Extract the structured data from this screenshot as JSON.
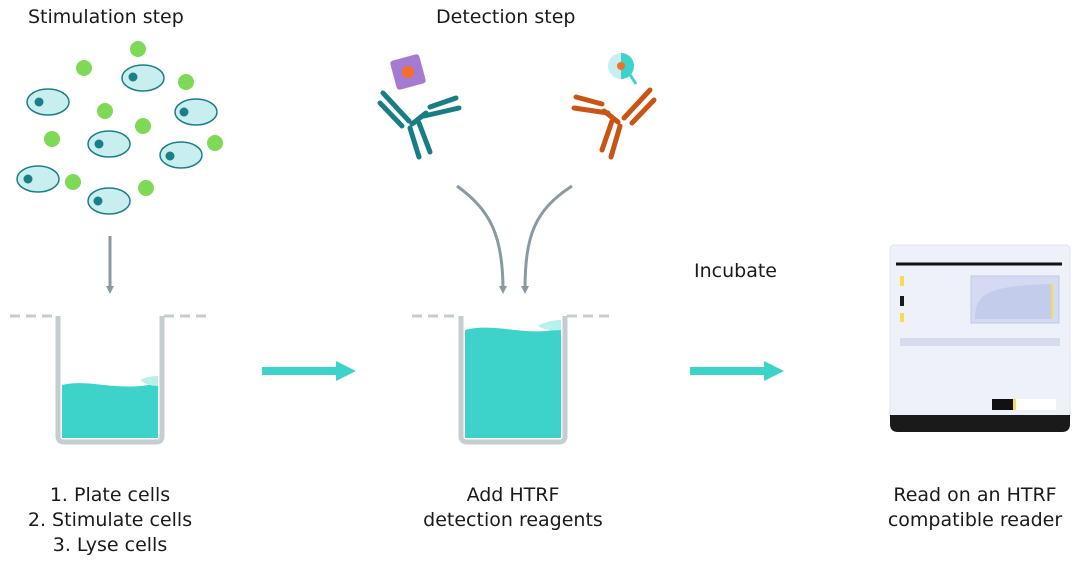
{
  "headings": {
    "stimulation": "Stimulation step",
    "detection": "Detection step"
  },
  "incubate_label": "Incubate",
  "captions": {
    "step1": [
      "1. Plate cells",
      "2. Stimulate cells",
      "3. Lyse cells"
    ],
    "step2": [
      "Add HTRF",
      "detection reagents"
    ],
    "step3": [
      "Read on an HTRF",
      "compatible reader"
    ]
  },
  "colors": {
    "cell_fill": "#c8eef0",
    "cell_stroke": "#1a7f86",
    "nucleus": "#1a7f86",
    "ligand": "#7ed957",
    "liquid": "#3dd3cb",
    "liquid_highlight": "#b9efec",
    "well_wall": "#c5cdd0",
    "gray_arrow": "#8a9aa0",
    "teal_arrow": "#3dd3cb",
    "antibody_teal": "#187d85",
    "antibody_orange": "#c95413",
    "donor_purple": "#a57bd1",
    "donor_dot": "#f26e2a",
    "acceptor_teal": "#3dd3cb",
    "reader_body": "#eef0fa",
    "reader_base": "#1a1a1a"
  }
}
